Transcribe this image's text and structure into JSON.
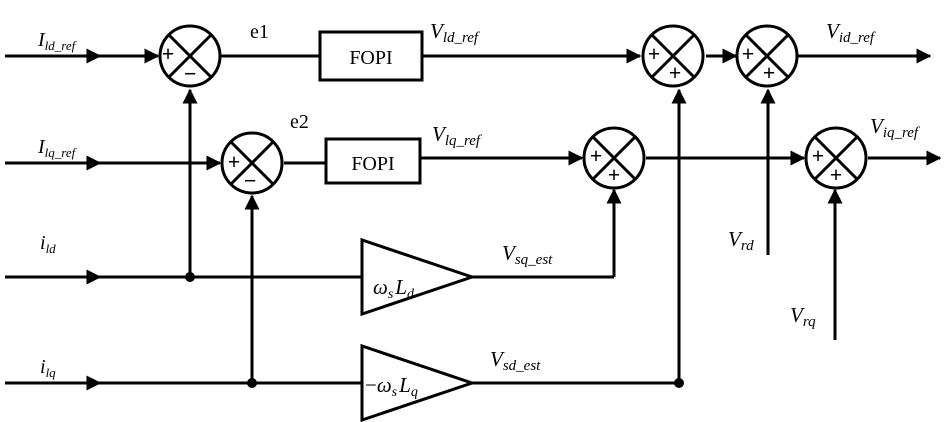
{
  "signals": {
    "ild_ref": {
      "main": "I",
      "sub": "ld_ref"
    },
    "ilq_ref": {
      "main": "I",
      "sub": "lq_ref"
    },
    "ild": {
      "main": "i",
      "sub": "ld"
    },
    "ilq": {
      "main": "i",
      "sub": "lq"
    },
    "e1": "e1",
    "e2": "e2",
    "vld_ref": {
      "main": "V",
      "sub": "ld_ref"
    },
    "vlq_ref": {
      "main": "V",
      "sub": "lq_ref"
    },
    "vid_ref": {
      "main": "V",
      "sub": "id_ref"
    },
    "viq_ref": {
      "main": "V",
      "sub": "iq_ref"
    },
    "vsq_est": {
      "main": "V",
      "sub": "sq_est"
    },
    "vsd_est": {
      "main": "V",
      "sub": "sd_est"
    },
    "vrd": {
      "main": "V",
      "sub": "rd"
    },
    "vrq": {
      "main": "V",
      "sub": "rq"
    }
  },
  "blocks": {
    "fopi1": "FOPI",
    "fopi2": "FOPI",
    "gain1": {
      "omega": "ω",
      "s": "s",
      "L": "L",
      "d": "d"
    },
    "gain2": {
      "minus": "−",
      "omega": "ω",
      "s": "s",
      "L": "L",
      "q": "q"
    }
  },
  "signs": {
    "plus": "+",
    "minus": "−"
  }
}
